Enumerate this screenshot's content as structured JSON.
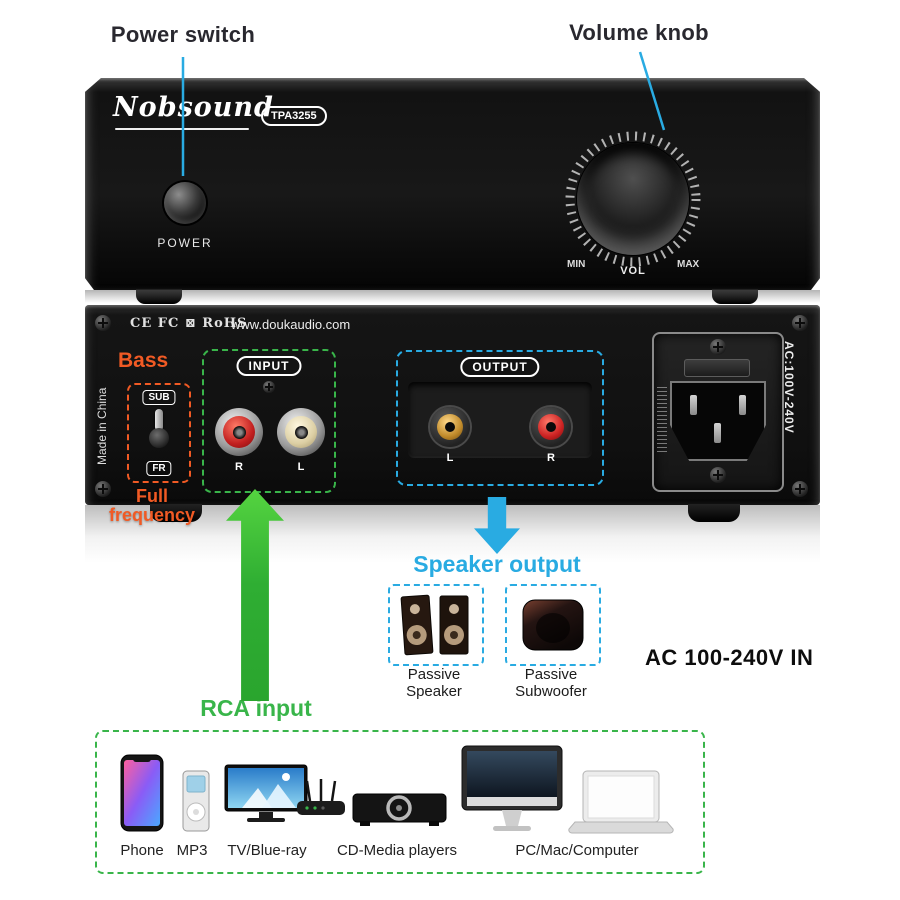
{
  "callouts": {
    "power_switch": "Power switch",
    "volume_knob": "Volume knob",
    "bass": "Bass",
    "full_frequency": "Full\nfrequency",
    "speaker_output": "Speaker output",
    "rca_input": "RCA input",
    "ac_in": "AC 100-240V IN"
  },
  "front_panel": {
    "brand": "Nobsound",
    "model": "TPA3255",
    "power_label": "POWER",
    "min": "MIN",
    "vol": "VOL",
    "max": "MAX"
  },
  "rear_panel": {
    "certs": "CE FC ⊠ RoHS",
    "website": "www.doukaudio.com",
    "made_in": "Made in China",
    "sub": "SUB",
    "fr": "FR",
    "input": "INPUT",
    "input_r": "R",
    "input_l": "L",
    "output": "OUTPUT",
    "output_l": "L",
    "output_r": "R",
    "ac_rating": "AC:100V-240V"
  },
  "speakers": {
    "passive_speaker": "Passive\nSpeaker",
    "passive_subwoofer": "Passive\nSubwoofer"
  },
  "devices": [
    {
      "label": "Phone"
    },
    {
      "label": "MP3"
    },
    {
      "label": "TV/Blue-ray"
    },
    {
      "label": "CD-Media players"
    },
    {
      "label": "PC/Mac/Computer"
    }
  ],
  "colors": {
    "accent_blue": "#29abe2",
    "accent_green": "#39b54a",
    "accent_orange": "#f15a24"
  }
}
